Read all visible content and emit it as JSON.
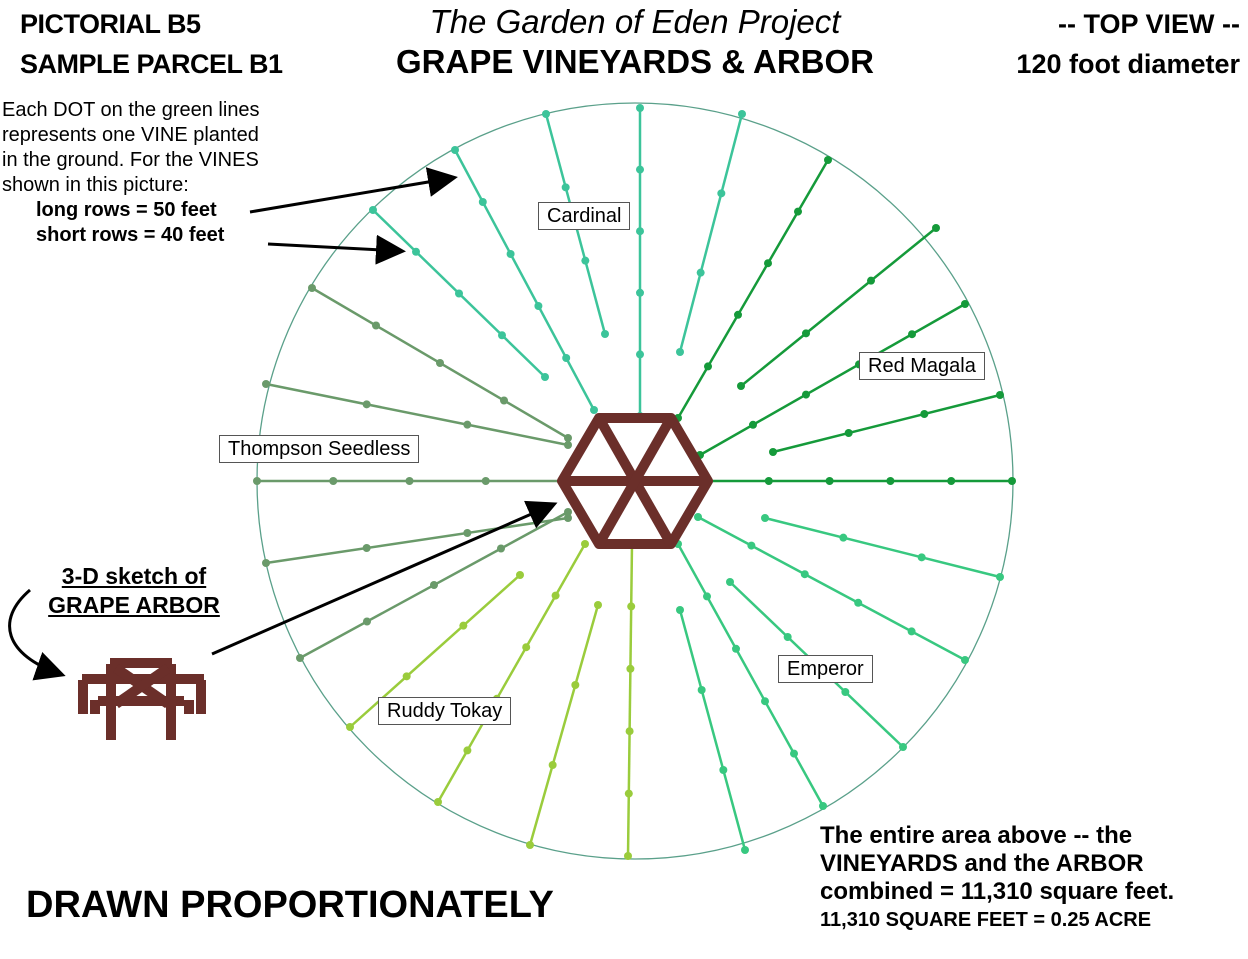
{
  "header": {
    "left_line1": "PICTORIAL B5",
    "left_line2": "SAMPLE PARCEL B1",
    "center_line1": "The Garden of Eden Project",
    "center_line2": "GRAPE VINEYARDS & ARBOR",
    "right_line1": "-- TOP VIEW --",
    "right_line2": "120 foot diameter"
  },
  "note": {
    "line1": "Each DOT on the green lines",
    "line2": "represents one VINE planted",
    "line3": "in the ground. For the VINES",
    "line4": "shown in this picture:",
    "long_rows": "long rows = 50 feet",
    "short_rows": "short rows = 40 feet"
  },
  "sketch": {
    "line1": "3-D  sketch  of",
    "line2": "GRAPE  ARBOR"
  },
  "varieties": {
    "cardinal": "Cardinal",
    "red_magala": "Red Magala",
    "thompson": "Thompson Seedless",
    "emperor": "Emperor",
    "ruddy": "Ruddy Tokay"
  },
  "footer": {
    "drawn": "DRAWN PROPORTIONATELY",
    "area_line1": "The entire area above -- the",
    "area_line2": "VINEYARDS and the ARBOR",
    "area_line3": "combined = 11,310 square feet.",
    "area_line4": "11,310 SQUARE FEET = 0.25 ACRE"
  },
  "colors": {
    "thompson": "#6a9a6a",
    "cardinal": "#3cc49a",
    "red_magala": "#159a3a",
    "emperor": "#38c880",
    "ruddy": "#9acc3c",
    "arbor": "#6b2f2a",
    "circle": "#5aa08a"
  }
}
